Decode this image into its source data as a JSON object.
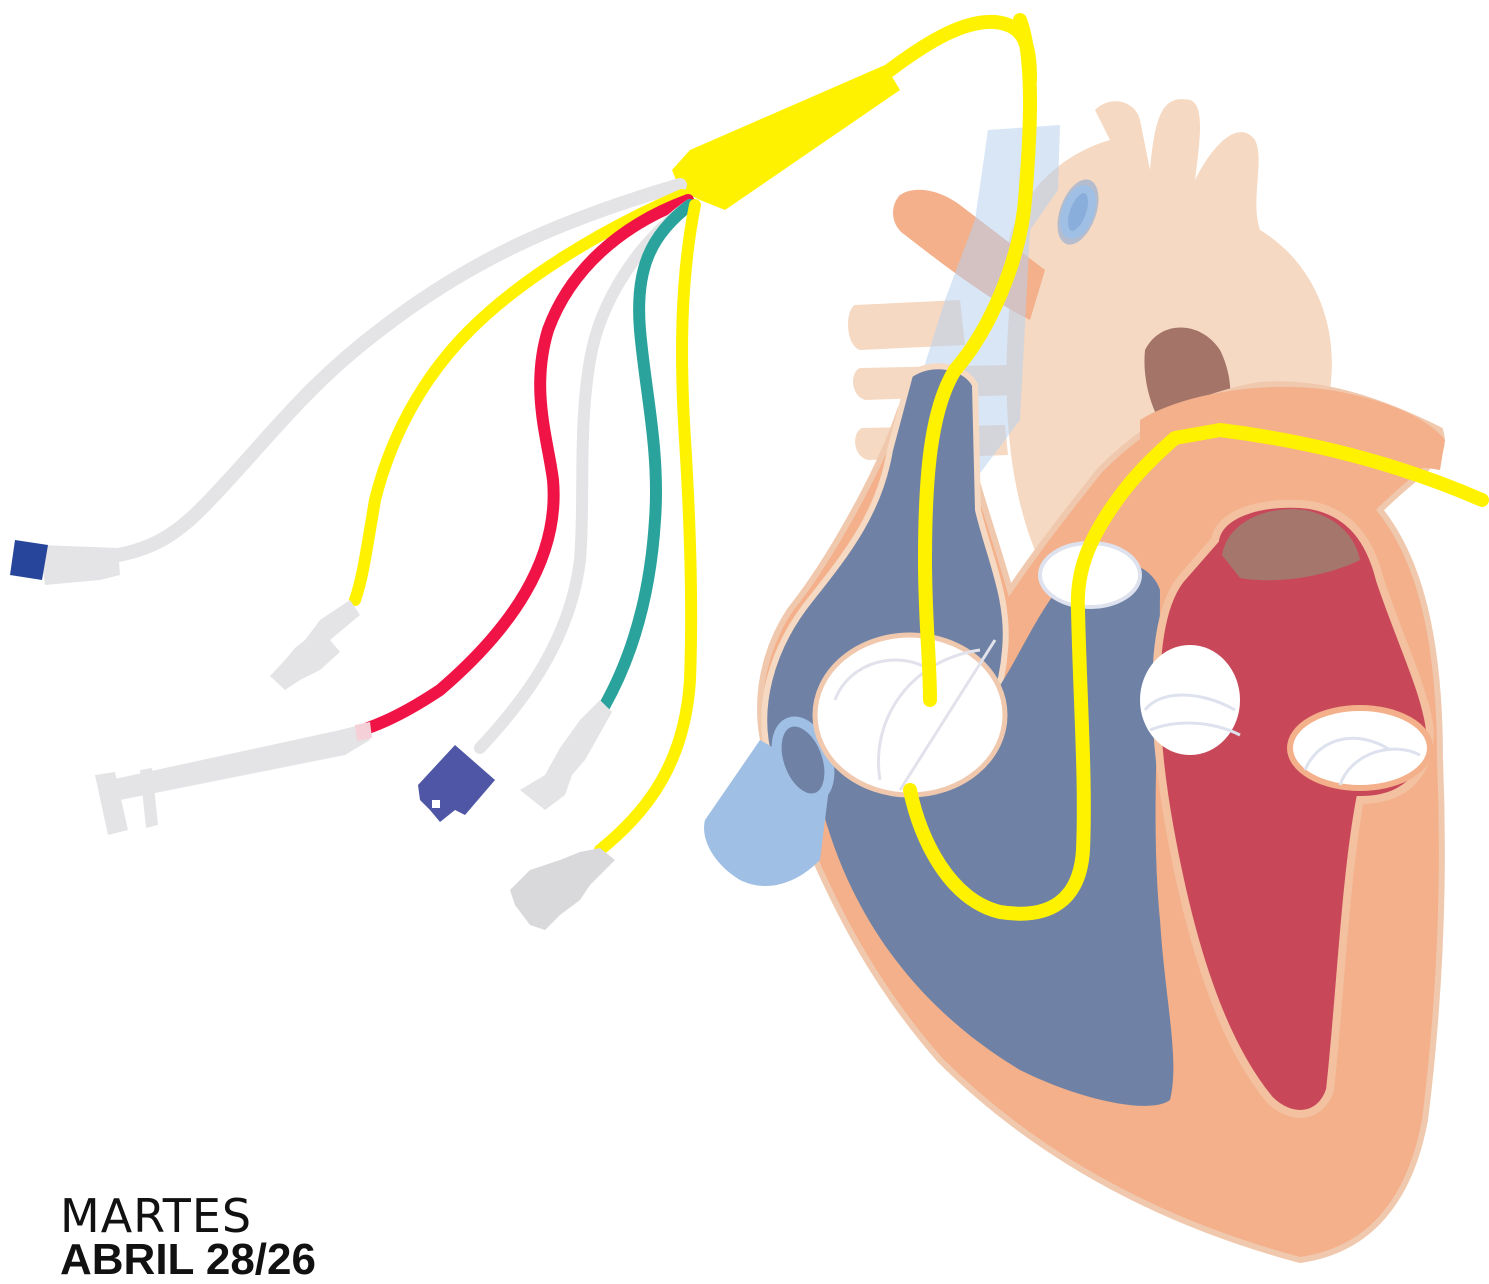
{
  "caption": {
    "day": "MARTES",
    "date": "ABRIL 28/26"
  },
  "colors": {
    "background": "#ffffff",
    "muscle": "#f3b08a",
    "aorta_pale": "#f5d9c2",
    "right_chambers": "#6f82a5",
    "left_ventricle": "#c8485a",
    "valve": "#ffffff",
    "catheter_main": "#fff200",
    "line_red": "#f01446",
    "line_teal": "#2aa39c",
    "line_grey": "#e4e4e6",
    "connector_blue": "#27459a",
    "connector_violet": "#4f56a6",
    "vena_cava_blue": "#9fc0e4"
  },
  "icons": {
    "heart": "heart-illustration",
    "catheter": "pulmonary-artery-catheter",
    "syringe": "balloon-syringe",
    "connectors": "luer-lock-connectors"
  }
}
